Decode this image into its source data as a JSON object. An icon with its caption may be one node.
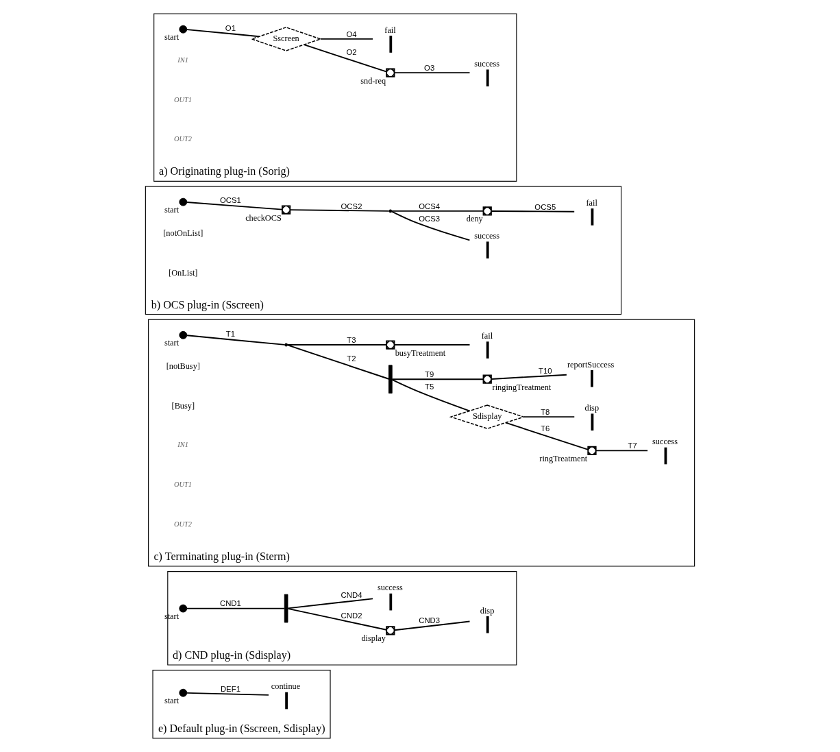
{
  "diagram": {
    "nodes": [
      {
        "text": [
          "a) Originating plug-in (Sorig)"
        ]
      },
      {
        "text": [
          "start"
        ],
        "in": 0
      },
      {
        "text": [
          "Sscreen"
        ],
        "in": 0
      },
      {
        "text": [
          "snd-req"
        ],
        "in": 0
      },
      {
        "text": [
          "success"
        ],
        "in": 0
      },
      {
        "text": [
          "fail"
        ],
        "in": 0
      },
      {
        "text": [
          "b) OCS plug-in (Sscreen)"
        ]
      },
      {
        "text": [
          "start"
        ],
        "in": 6
      },
      {
        "text": [
          "checkOCS"
        ],
        "in": 6
      },
      {
        "text": [],
        "shape": "point",
        "in": 6
      },
      {
        "text": [
          "success"
        ],
        "in": 6
      },
      {
        "text": [
          "deny"
        ],
        "in": 6
      },
      {
        "text": [
          "fail"
        ],
        "in": 6
      },
      {
        "text": [
          "c) Terminating plug-in (Sterm)"
        ]
      },
      {
        "text": [
          "start"
        ],
        "in": 13
      },
      {
        "text": [],
        "shape": "point",
        "in": 13
      },
      {
        "text": [],
        "shape": "bar",
        "in": 13
      },
      {
        "text": [
          "busyTreatment"
        ],
        "in": 13
      },
      {
        "text": [
          "fail"
        ],
        "in": 13
      },
      {
        "text": [
          "Sdisplay"
        ],
        "in": 13
      },
      {
        "text": [
          "ringTreatment"
        ],
        "in": 13
      },
      {
        "text": [
          "success"
        ],
        "in": 13
      },
      {
        "text": [
          "disp"
        ],
        "in": 13
      },
      {
        "text": [
          "ringingTreatment"
        ],
        "in": 13
      },
      {
        "text": [
          "reportSuccess"
        ],
        "in": 13
      },
      {
        "text": [
          "d) CND plug-in (Sdisplay)"
        ]
      },
      {
        "text": [
          "start"
        ],
        "in": 25
      },
      {
        "text": [],
        "shape": "bar",
        "in": 25
      },
      {
        "text": [
          "display"
        ],
        "in": 25
      },
      {
        "text": [
          "disp"
        ],
        "in": 25
      },
      {
        "text": [
          "success"
        ],
        "in": 25
      },
      {
        "text": [
          "e) Default plug-in (Sscreen, Sdisplay)"
        ]
      },
      {
        "text": [
          "start"
        ],
        "in": 31
      },
      {
        "text": [
          "continue"
        ],
        "in": 31
      }
    ],
    "edges": [
      {
        "from": 1,
        "to": 2,
        "arrow": "none",
        "label": "O1"
      },
      {
        "from": 2,
        "to": 3,
        "arrow": "none",
        "label": "O2"
      },
      {
        "from": 3,
        "to": 4,
        "arrow": "none",
        "label": "O3"
      },
      {
        "from": 2,
        "to": 5,
        "arrow": "none",
        "label": "O4"
      },
      {
        "from": 7,
        "to": 8,
        "arrow": "none",
        "label": "OCS1"
      },
      {
        "from": 8,
        "to": 9,
        "arrow": "none",
        "label": "OCS2"
      },
      {
        "from": 9,
        "to": 10,
        "arrow": "none",
        "label": "OCS3"
      },
      {
        "from": 9,
        "to": 11,
        "arrow": "none",
        "label": "OCS4"
      },
      {
        "from": 11,
        "to": 12,
        "arrow": "none",
        "label": "OCS5"
      },
      {
        "from": 14,
        "to": 15,
        "arrow": "none",
        "label": "T1"
      },
      {
        "from": 15,
        "to": 16,
        "arrow": "none",
        "label": "T2"
      },
      {
        "from": 15,
        "to": 17,
        "arrow": "none",
        "label": "T3"
      },
      {
        "from": 17,
        "to": 18,
        "arrow": "none"
      },
      {
        "from": 16,
        "to": 19,
        "arrow": "none",
        "label": "T5"
      },
      {
        "from": 19,
        "to": 20,
        "arrow": "none",
        "label": "T6"
      },
      {
        "from": 20,
        "to": 21,
        "arrow": "none",
        "label": "T7"
      },
      {
        "from": 19,
        "to": 22,
        "arrow": "none",
        "label": "T8"
      },
      {
        "from": 16,
        "to": 23,
        "arrow": "none",
        "label": "T9"
      },
      {
        "from": 23,
        "to": 24,
        "arrow": "none",
        "label": "T10"
      },
      {
        "from": 26,
        "to": 27,
        "arrow": "none",
        "label": "CND1"
      },
      {
        "from": 27,
        "to": 28,
        "arrow": "none",
        "label": "CND2"
      },
      {
        "from": 28,
        "to": 29,
        "arrow": "none",
        "label": "CND3"
      },
      {
        "from": 27,
        "to": 30,
        "arrow": "none",
        "label": "CND4"
      },
      {
        "from": 32,
        "to": 33,
        "arrow": "none",
        "label": "DEF1"
      }
    ],
    "labels": [
      "IN1",
      "OUT1",
      "OUT2",
      "[notOnList]",
      "[OnList]",
      "[notBusy]",
      "[Busy]",
      "IN1",
      "OUT1",
      "OUT2"
    ]
  }
}
